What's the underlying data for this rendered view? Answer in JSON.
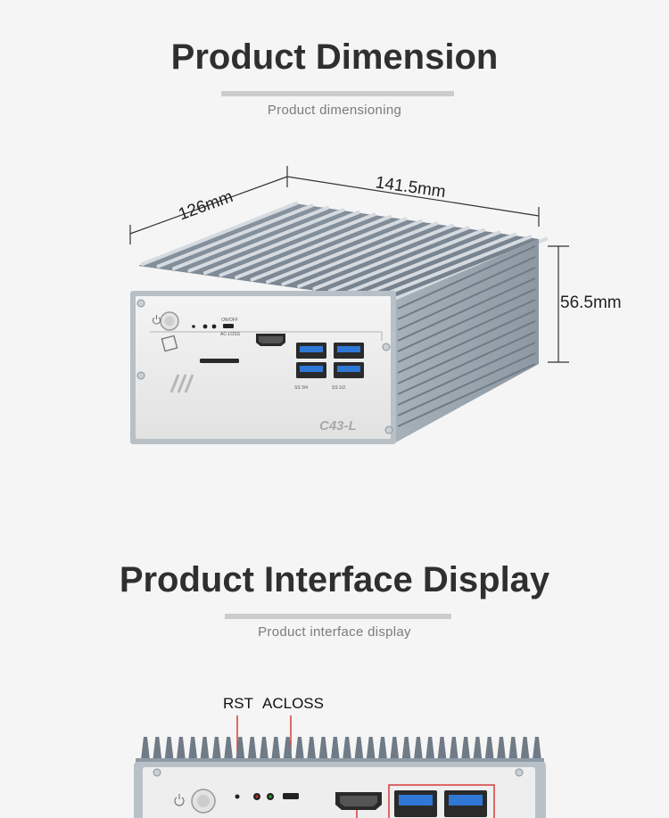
{
  "section1": {
    "title": "Product Dimension",
    "subtitle": "Product dimensioning",
    "depth_label": "126mm",
    "width_label": "141.5mm",
    "height_label": "56.5mm",
    "model_label": "C43-L",
    "usb_group_a": "SS 3/4",
    "usb_group_b": "SS 1/2",
    "switch_label": "ON/OFF",
    "ac_loss_label": "AC-LOSS"
  },
  "section2": {
    "title": "Product Interface Display",
    "subtitle": "Product interface display",
    "callout_rst": "RST",
    "callout_acloss": "ACLOSS"
  },
  "colors": {
    "title": "#2f2f2f",
    "accent_bar": "#cccccc",
    "subtitle": "#7b7b7b",
    "callout_red": "#d93a3a",
    "usb_blue": "#2f78d6"
  }
}
